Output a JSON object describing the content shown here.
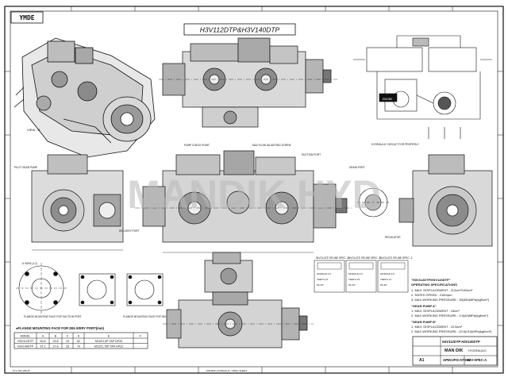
{
  "sheet": {
    "drawing_title": "H3V112DTP&H3V140DTP",
    "watermark": "MANDIK HYD",
    "logo_text": "YMDE",
    "detail_label": "VIEW - B",
    "view_a_label": "A VIEW (1:1)",
    "engine_label": "ENGINE",
    "hyd_circuit_label": "HYDRAULIC CIRCUIT FOR PROPERLY",
    "corner_code": "M-V-720-106-09",
    "sheet_no": "A1",
    "bottom_note": "MANDIK HYDRAULIC / SPEC SHEET"
  },
  "callouts": [
    "PUMP CHECK POINT",
    "MAX FLOW ADJUSTING SCREW",
    "PILOT GEAR PUMP",
    "SUCTION PORT",
    "DELIVERY PORT",
    "DRAIN PORT",
    "REGULATOR"
  ],
  "flange_table": {
    "title": "●FLANGE MOUNTING FACE FOR DELIVERY PORT(mm)",
    "columns": [
      "MODEL",
      "A",
      "B",
      "C",
      "D",
      "E",
      "F"
    ],
    "rows": [
      [
        "H3V112DTP",
        "50.8",
        "23.8",
        "19",
        "62",
        "M10X1.5P TAP DP20",
        ""
      ],
      [
        "H3V140DTP",
        "57.2",
        "27.8",
        "25",
        "70",
        "M12X1.75P TAP DP22",
        ""
      ]
    ]
  },
  "flange_caption_left": "FLANGE MOUNTING FACE FOR SUCTION PORT",
  "flange_caption_right": "FLANGE MOUNTING FACE FOR DELIVERY PORT",
  "spline_tables": [
    {
      "title": "INVOLUTE SPLINE SPEC. 1",
      "rows": [
        "MODULE 2.5",
        "TEETH 13",
        "PA 30°"
      ]
    },
    {
      "title": "INVOLUTE SPLINE SPEC. 2",
      "rows": [
        "MODULE 2.5",
        "TEETH 15",
        "PA 30°"
      ]
    },
    {
      "title": "INVOLUTE SPLINE SPEC. 3",
      "rows": [
        "MODULE 2.5",
        "TEETH 14",
        "PA 30°"
      ]
    }
  ],
  "specs": {
    "heading": "\"H3V112DTP/H3V140DTP\"",
    "sub": "OPERATING SPECIFICATIONS",
    "lines": [
      "1.   MAX. DISPLACEMENT : 112cm³/140cm³",
      "2.   RATED SPEED : 2150rpm",
      "3.   MAX WORKING PRESSURE : 35(350)MPa(kgf/cm²)"
    ],
    "gear_a_title": "\"GEAR PUMP A\"",
    "gear_a_lines": [
      "1.   MAX. DISPLACEMENT : 15cm³",
      "2.   MAX WORKING PRESSURE : 3.9(40)MPa(kgf/cm²)"
    ],
    "gear_b_title": "\"GEAR PUMP B\"",
    "gear_b_lines": [
      "1.   MAX. DISPLACEMENT : 10.5cm³",
      "2.   MAX WORKING PRESSURE : 20.6(210)MPa(kgf/cm²)"
    ]
  },
  "title_block": {
    "models": "H3V112DTP\nH3V140DTP",
    "company": "MAN DIK",
    "company_sub": "HYDRAULIC",
    "doc_type": "SPECIFICATION",
    "drawing_no": "H3V-SPEC-A"
  },
  "colors": {
    "ink": "#111111",
    "paper": "#ffffff",
    "watermark": "#b8b8b8"
  }
}
